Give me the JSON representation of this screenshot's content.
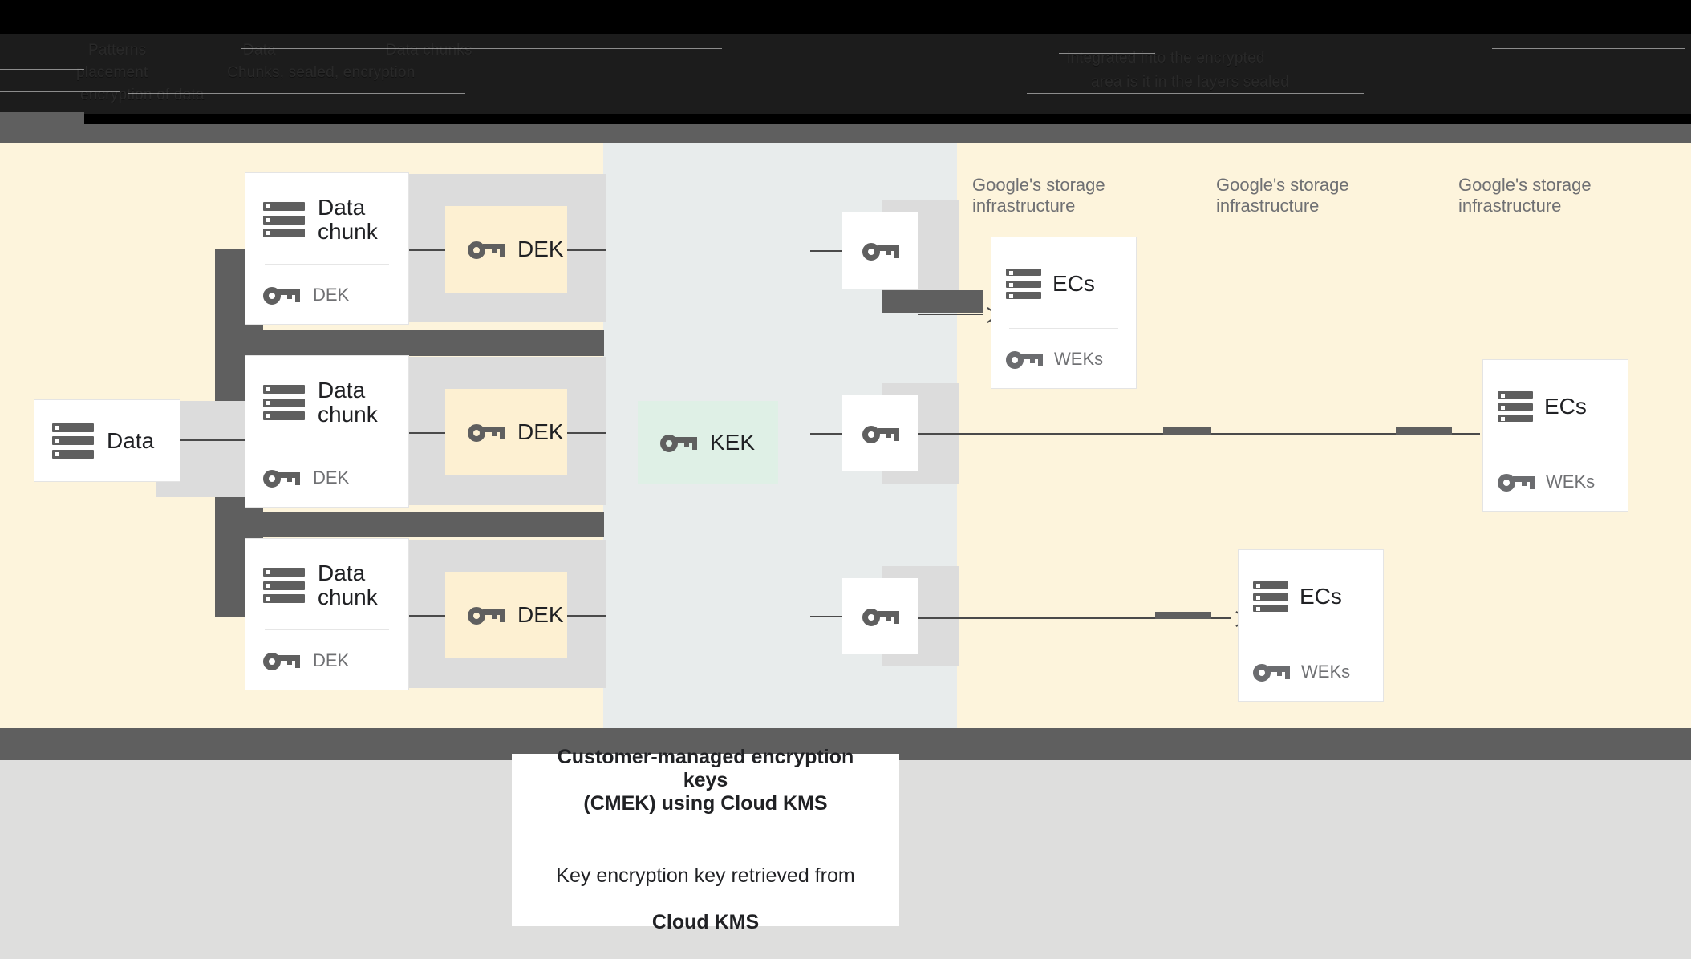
{
  "header": {
    "obscured_lines": [
      "Patterns                      Data                         Data chunks",
      "placement                  Chunks, sealed, encryption",
      "encryption of data",
      "integrated into the encrypted",
      "area is it in the layers sealed"
    ]
  },
  "diagram": {
    "source": {
      "label": "Data",
      "icon": "storage-icon"
    },
    "chunks": [
      {
        "title": "Data\nchunk",
        "key_label": "DEK",
        "icon": "storage-icon",
        "key_icon": "key-icon"
      },
      {
        "title": "Data\nchunk",
        "key_label": "DEK",
        "icon": "storage-icon",
        "key_icon": "key-icon"
      },
      {
        "title": "Data\nchunk",
        "key_label": "DEK",
        "icon": "storage-icon",
        "key_icon": "key-icon"
      }
    ],
    "dek_boxes": [
      {
        "label": "DEK",
        "icon": "key-icon"
      },
      {
        "label": "DEK",
        "icon": "key-icon"
      },
      {
        "label": "DEK",
        "icon": "key-icon"
      }
    ],
    "kek": {
      "label": "KEK",
      "icon": "key-icon"
    },
    "wrapped_keys": [
      {
        "icon": "key-icon"
      },
      {
        "icon": "key-icon"
      },
      {
        "icon": "key-icon"
      }
    ],
    "storage_sections": [
      {
        "caption": "Google's storage\ninfrastructure"
      },
      {
        "caption": "Google's storage\ninfrastructure"
      },
      {
        "caption": "Google's storage\ninfrastructure"
      }
    ],
    "ec_cards": [
      {
        "title": "ECs",
        "key_label": "WEKs",
        "icon": "storage-icon",
        "key_icon": "key-icon"
      },
      {
        "title": "ECs",
        "key_label": "WEKs",
        "icon": "storage-icon",
        "key_icon": "key-icon"
      },
      {
        "title": "ECs",
        "key_label": "WEKs",
        "icon": "storage-icon",
        "key_icon": "key-icon"
      }
    ]
  },
  "legend": {
    "title": "Customer-managed encryption keys\n(CMEK) using Cloud KMS",
    "subtitle_plain": "Key encryption key retrieved from",
    "subtitle_bold": "Cloud KMS"
  },
  "colors": {
    "cream": "#fdf4dc",
    "blue_grey": "#e8ecec",
    "dek_box": "#fdf0d2",
    "kek_box": "#dff0e6",
    "dark_grey": "#5f5f5f",
    "shadow": "#dcdcdc",
    "footer": "#dededd"
  }
}
